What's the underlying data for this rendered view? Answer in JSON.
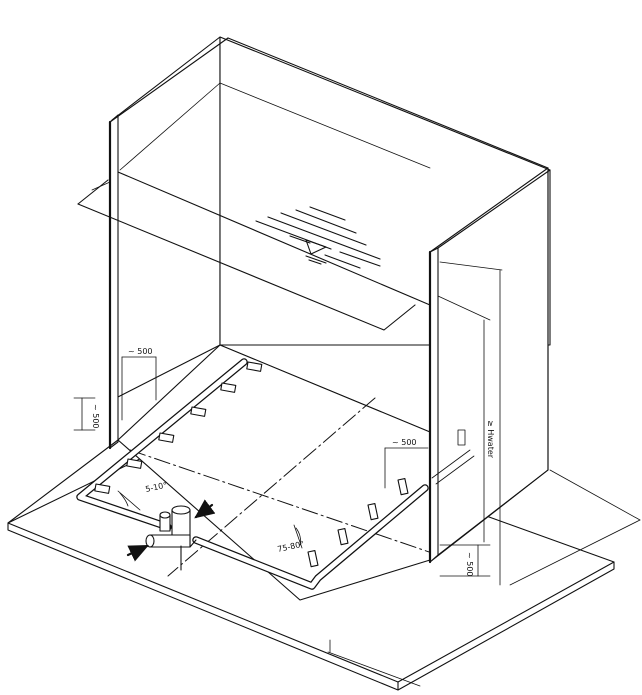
{
  "dimensions": {
    "left_offset": "~ 500",
    "left_height": "~ 500",
    "right_offset": "~ 500",
    "right_height": "~ 500",
    "water_depth": "≥ Hwater",
    "angle_left": "5-10°",
    "angle_right": "75-80°"
  },
  "colors": {
    "line": "#111111",
    "background": "#ffffff"
  },
  "icons": {
    "water_level": "water-level-triangle-icon",
    "flow_in": "arrow-icon"
  }
}
